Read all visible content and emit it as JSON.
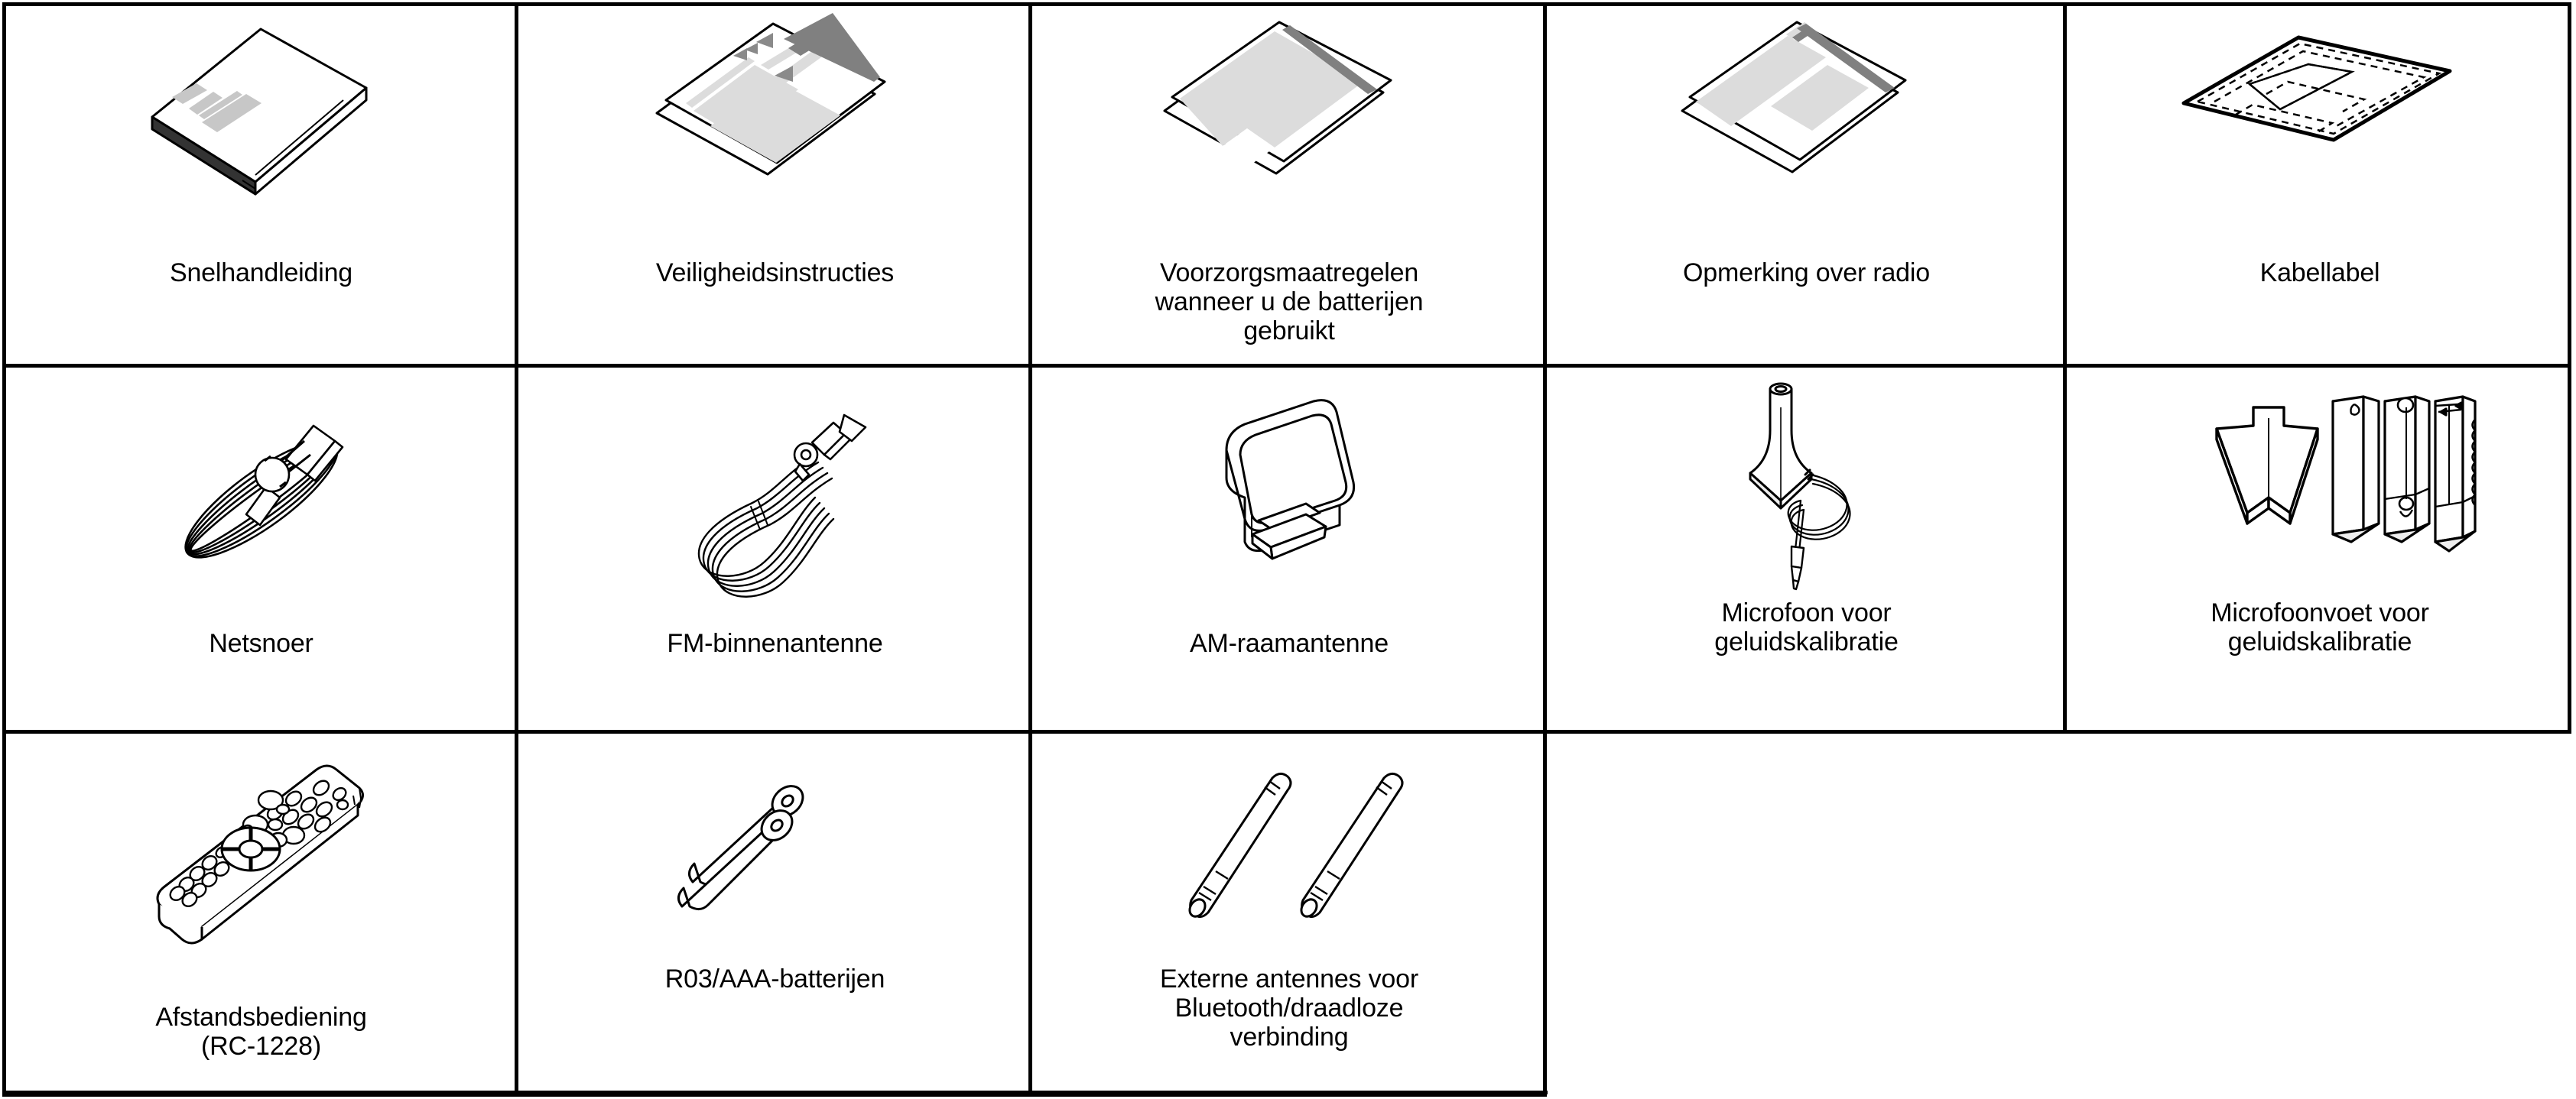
{
  "page": {
    "kind": "accessories-grid",
    "language": "nl",
    "background_color": "#ffffff",
    "line_color": "#000000",
    "shade_color": "#dcdcdc",
    "dark_shade_color": "#808080",
    "columns": 5,
    "rows": 3
  },
  "items": [
    {
      "id": "quick-start-guide",
      "row": 1,
      "col": 1,
      "label": "Snelhandleiding",
      "icon": "booklet-with-text-lines"
    },
    {
      "id": "safety-instructions",
      "row": 1,
      "col": 2,
      "label": "Veiligheidsinstructies",
      "icon": "two-stacked-sheets-with-columns"
    },
    {
      "id": "battery-precautions",
      "row": 1,
      "col": 3,
      "label": "Voorzorgsmaatregelen\nwanneer u de batterijen\ngebruikt",
      "icon": "two-stacked-sheets-shaded"
    },
    {
      "id": "radio-notice",
      "row": 1,
      "col": 4,
      "label": "Opmerking over radio",
      "icon": "two-stacked-sheets-blocks"
    },
    {
      "id": "cable-label",
      "row": 1,
      "col": 5,
      "label": "Kabellabel",
      "icon": "cable-label-sheet-dashed"
    },
    {
      "id": "power-cord",
      "row": 2,
      "col": 1,
      "label": "Netsnoer",
      "icon": "coiled-power-cord-with-plug"
    },
    {
      "id": "fm-indoor-antenna",
      "row": 2,
      "col": 2,
      "label": "FM-binnenantenne",
      "icon": "coiled-fm-antenna-wire"
    },
    {
      "id": "am-loop-antenna",
      "row": 2,
      "col": 3,
      "label": "AM-raamantenne",
      "icon": "am-loop-antenna-on-stand"
    },
    {
      "id": "calibration-microphone",
      "row": 2,
      "col": 4,
      "label": "Microfoon voor\ngeluidskalibratie",
      "icon": "cone-microphone-with-cable"
    },
    {
      "id": "microphone-stand",
      "row": 2,
      "col": 5,
      "label": "Microfoonvoet voor\ngeluidskalibratie",
      "icon": "tripod-base-and-three-poles"
    },
    {
      "id": "remote-control",
      "row": 3,
      "col": 1,
      "label": "Afstandsbediening\n(RC-1228)",
      "icon": "remote-control-handset"
    },
    {
      "id": "aaa-batteries",
      "row": 3,
      "col": 2,
      "label": "R03/AAA-batterijen",
      "icon": "two-aaa-batteries"
    },
    {
      "id": "external-antennas",
      "row": 3,
      "col": 3,
      "label": "Externe antennes voor\nBluetooth/draadloze\nverbinding",
      "icon": "two-rod-antennas"
    }
  ],
  "empty_cells": [
    {
      "row": 3,
      "col": 4
    },
    {
      "row": 3,
      "col": 5
    }
  ]
}
